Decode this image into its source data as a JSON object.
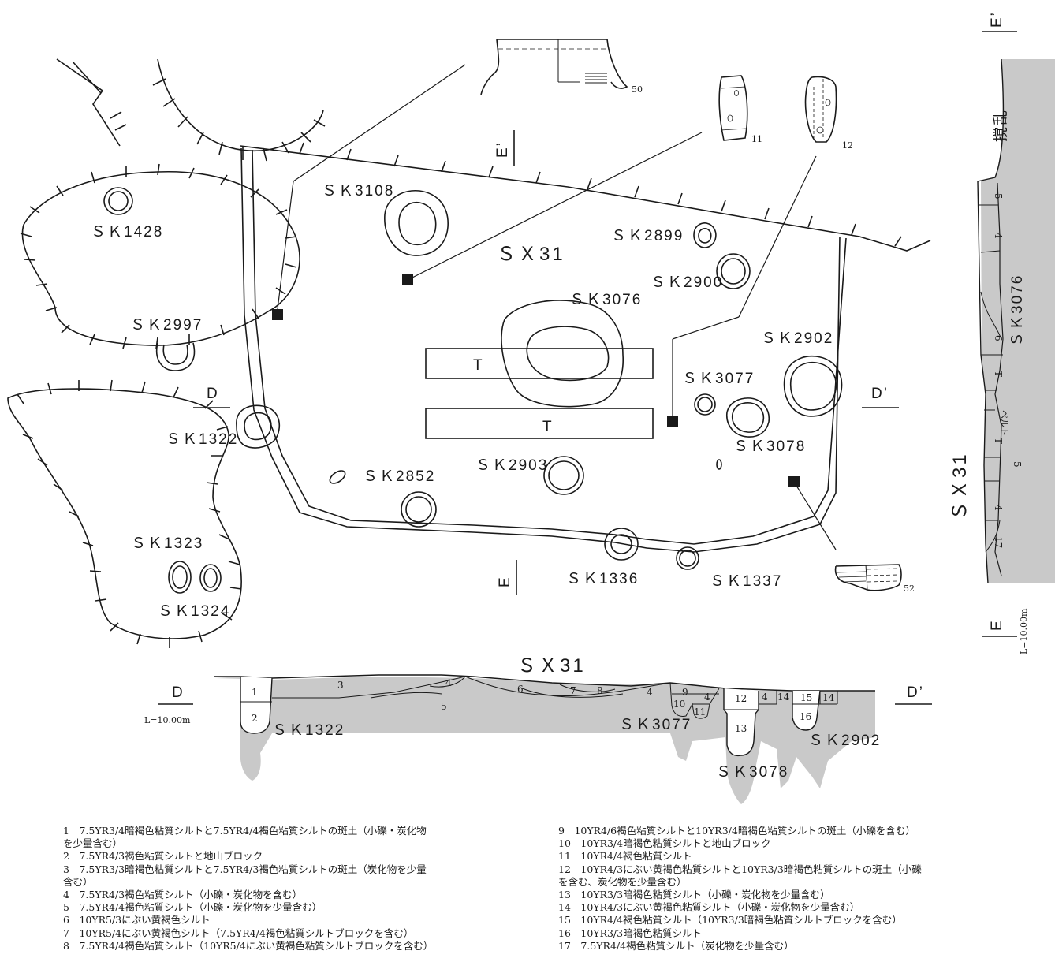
{
  "labels": {
    "sx31_plan": "ＳＸ31",
    "sx31_section": "ＳＸ31",
    "sx31_vertical": "ＳＸ31",
    "sk3108": "ＳＫ3108",
    "sk1428": "ＳＫ1428",
    "sk2899": "ＳＫ2899",
    "sk2900": "ＳＫ2900",
    "sk3076": "ＳＫ3076",
    "sk3076_vertical": "ＳＫ3076",
    "sk2997": "ＳＫ2997",
    "sk2902": "ＳＫ2902",
    "sk3077": "ＳＫ3077",
    "sk3078": "ＳＫ3078",
    "sk1322": "ＳＫ1322",
    "sk2852": "ＳＫ2852",
    "sk2903": "ＳＫ2903",
    "sk1323": "ＳＫ1323",
    "sk1324": "ＳＫ1324",
    "sk1336": "ＳＫ1336",
    "sk1337": "ＳＫ1337",
    "sec_sk1322": "ＳＫ1322",
    "sec_sk3077": "ＳＫ3077",
    "sec_sk3078": "ＳＫ3078",
    "sec_sk2902": "ＳＫ2902",
    "trench_t": "T",
    "d": "D",
    "d_prime": "D’",
    "e": "E",
    "e_prime": "E’",
    "artifact_50": "50",
    "artifact_11": "11",
    "artifact_12": "12",
    "artifact_52": "52",
    "disturbance": "撹乱",
    "belt": "ベルト",
    "level_d": "L=10.00m",
    "level_e": "L=10.00m"
  },
  "section_layers": [
    "1",
    "2",
    "3",
    "4",
    "5",
    "6",
    "7",
    "8",
    "4",
    "9",
    "10",
    "11",
    "4",
    "12",
    "13",
    "4",
    "14",
    "15",
    "14",
    "16"
  ],
  "e_section_layers": [
    "5",
    "4",
    "6",
    "T",
    "T",
    "5",
    "4",
    "17"
  ],
  "legend": {
    "left": [
      "1　7.5YR3/4暗褐色粘質シルトと7.5YR4/4褐色粘質シルトの斑土（小礫・炭化物",
      "を少量含む）",
      "2　7.5YR4/3褐色粘質シルトと地山ブロック",
      "3　7.5YR3/3暗褐色粘質シルトと7.5YR4/3褐色粘質シルトの斑土（炭化物を少量",
      "含む）",
      "4　7.5YR4/3褐色粘質シルト（小礫・炭化物を含む）",
      "5　7.5YR4/4褐色粘質シルト（小礫・炭化物を少量含む）",
      "6　10YR5/3にぶい黄褐色シルト",
      "7　10YR5/4にぶい黄褐色シルト（7.5YR4/4褐色粘質シルトブロックを含む）",
      "8　7.5YR4/4褐色粘質シルト（10YR5/4にぶい黄褐色粘質シルトブロックを含む）"
    ],
    "right": [
      "9　10YR4/6褐色粘質シルトと10YR3/4暗褐色粘質シルトの斑土（小礫を含む）",
      "10　10YR3/4暗褐色粘質シルトと地山ブロック",
      "11　10YR4/4褐色粘質シルト",
      "12　10YR4/3にぶい黄褐色粘質シルトと10YR3/3暗褐色粘質シルトの斑土（小礫",
      "を含む、炭化物を少量含む）",
      "13　10YR3/3暗褐色粘質シルト（小礫・炭化物を少量含む）",
      "14　10YR4/3にぶい黄褐色粘質シルト（小礫・炭化物を少量含む）",
      "15　10YR4/4褐色粘質シルト（10YR3/3暗褐色粘質シルトブロックを含む）",
      "16　10YR3/3暗褐色粘質シルト",
      "17　7.5YR4/4褐色粘質シルト（炭化物を少量含む）"
    ]
  },
  "colors": {
    "ink": "#1a1a1a",
    "ground": "#c9c9c9"
  }
}
